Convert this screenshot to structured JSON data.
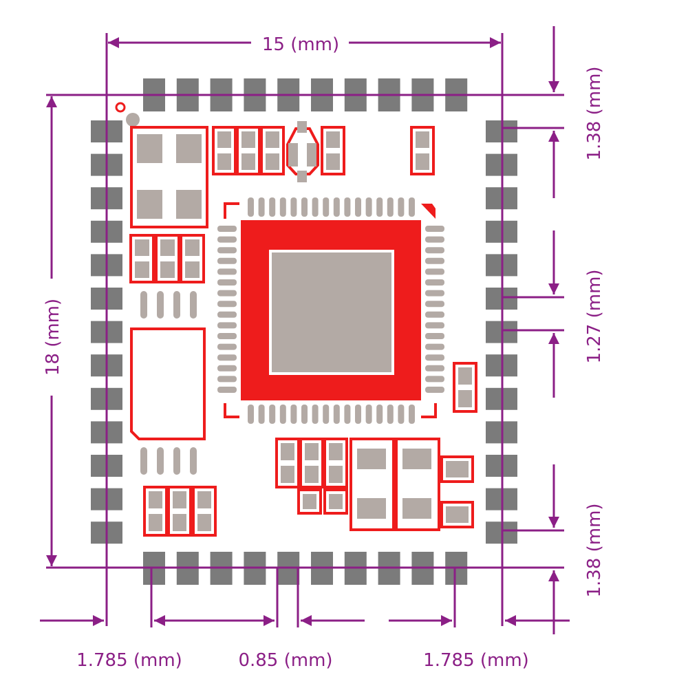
{
  "dimensions": {
    "width": "15 (mm)",
    "height": "18 (mm)",
    "top_margin": "1.38 (mm)",
    "pitch": "1.27 (mm)",
    "bottom_margin": "1.38 (mm)",
    "left_margin": "1.785 (mm)",
    "pad_gap": "0.85 (mm)",
    "right_margin": "1.785 (mm)"
  },
  "colors": {
    "dimension": "#8b1f86",
    "pad_gray": "#7b7b7b",
    "silk_red": "#ee1c1c",
    "component_fill": "#b3aaa5"
  }
}
